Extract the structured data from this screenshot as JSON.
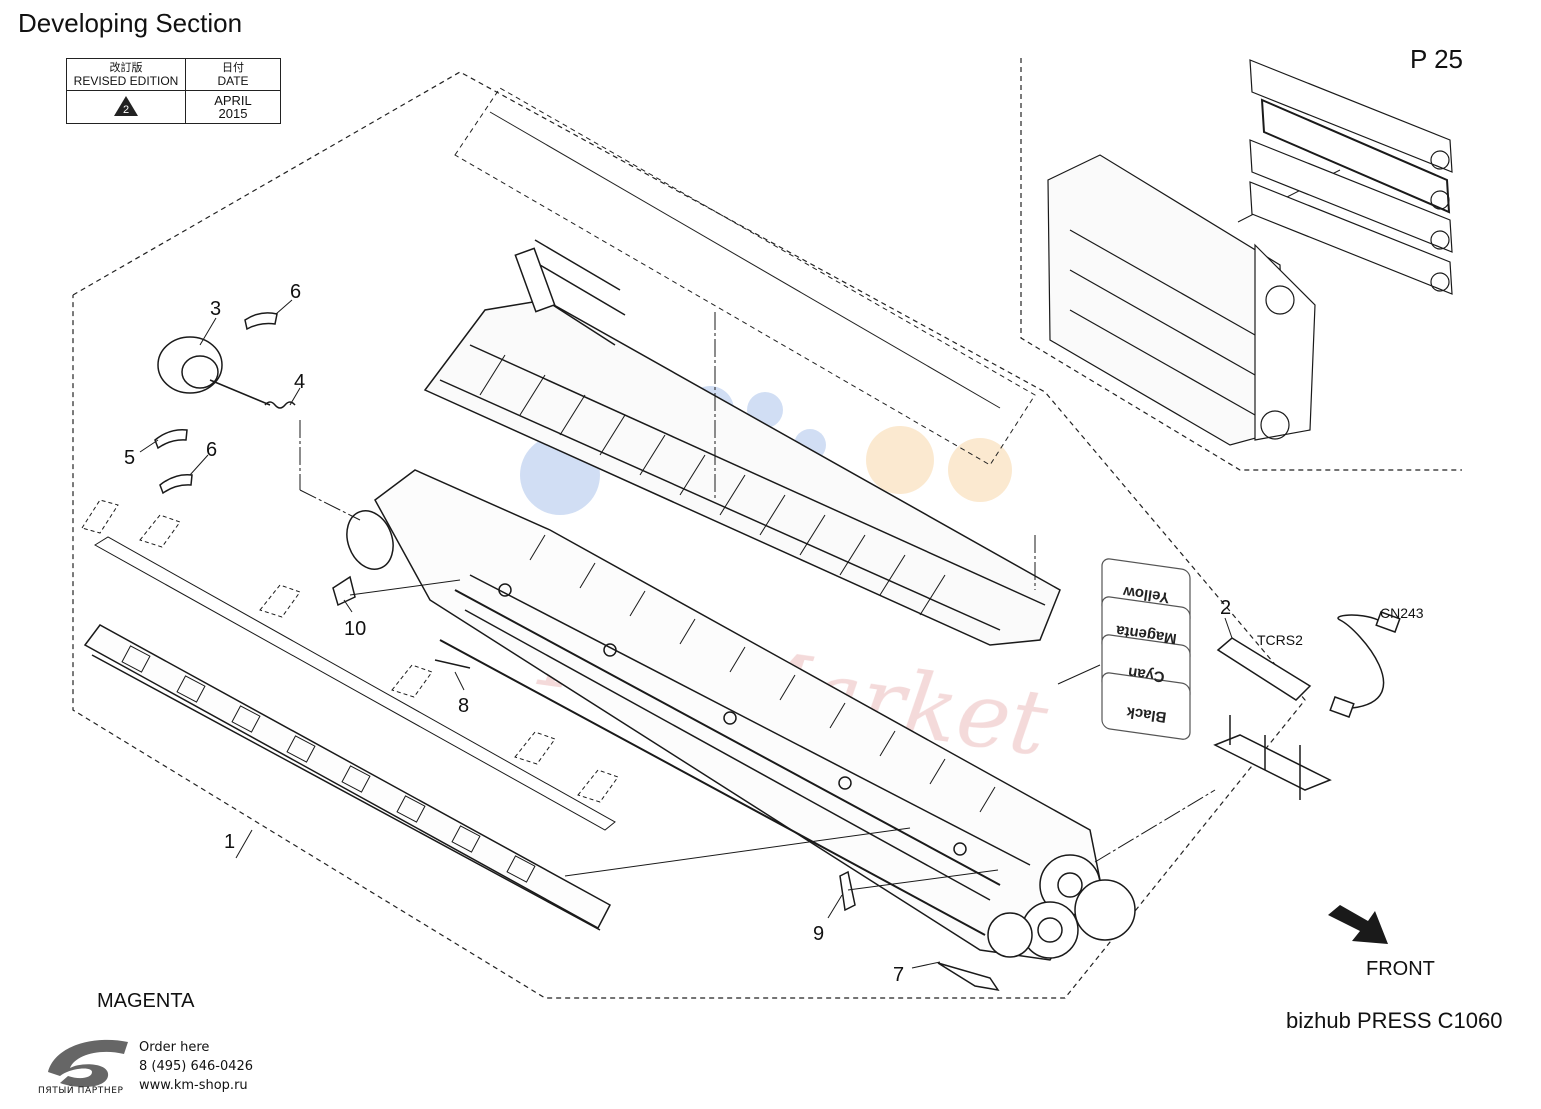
{
  "header": {
    "title": "Developing Section",
    "page_number": "P 25",
    "revision": {
      "col1_header_jp": "改訂版",
      "col1_header_en": "REVISED EDITION",
      "col2_header_jp": "日付",
      "col2_header_en": "DATE",
      "edition_mark": "2",
      "date": "APRIL\n2015"
    }
  },
  "callouts": {
    "c1": "1",
    "c2": "2",
    "c3": "3",
    "c4": "4",
    "c5": "5",
    "c6a": "6",
    "c6b": "6",
    "c7": "7",
    "c8": "8",
    "c9": "9",
    "c10": "10"
  },
  "connector_labels": {
    "tcrs": "TCRS2",
    "cn": "CN243"
  },
  "color_labels": [
    "Yellow",
    "Magenta",
    "Cyan",
    "Black"
  ],
  "footer": {
    "color_variant": "MAGENTA",
    "front": "FRONT",
    "model": "bizhub PRESS C1060",
    "order_line1": "Order here",
    "order_line2": "8 (495) 646-0426",
    "order_line3": "www.km-shop.ru",
    "logo_caption": "ПЯТЫЙ ПАРТНЕР",
    "watermark": "Ink-Market"
  },
  "colors": {
    "line": "#1a1a1a",
    "watermark_blue": "#c9d9f2",
    "watermark_orange": "#fbe6c8",
    "watermark_text": "#f0d0d0"
  }
}
